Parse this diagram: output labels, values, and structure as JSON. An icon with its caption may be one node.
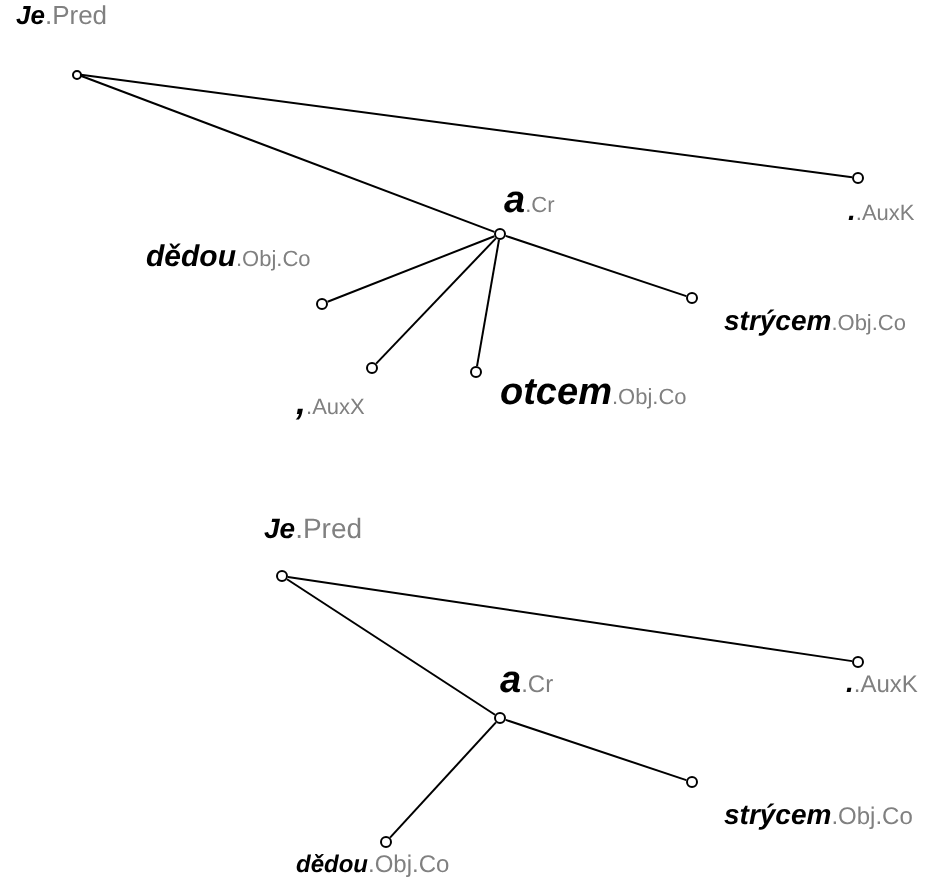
{
  "diagram": {
    "nodes": [
      {
        "text": [],
        "shape": "circle",
        "beside": [
          "**Je**.Pred"
        ]
      },
      {
        "text": [],
        "shape": "circle",
        "beside": [
          "**.**.AuxK"
        ]
      },
      {
        "text": [],
        "shape": "circle",
        "beside": [
          "**a**.Cr"
        ]
      },
      {
        "text": [],
        "shape": "circle",
        "beside": [
          "**dědou**.Obj.Co"
        ]
      },
      {
        "text": [],
        "shape": "circle",
        "beside": [
          "**,**.AuxX"
        ]
      },
      {
        "text": [],
        "shape": "circle",
        "beside": [
          "**otcem**.Obj.Co"
        ]
      },
      {
        "text": [],
        "shape": "circle",
        "beside": [
          "**strýcem**.Obj.Co"
        ]
      },
      {
        "text": [],
        "shape": "circle",
        "beside": [
          "**Je**.Pred"
        ]
      },
      {
        "text": [],
        "shape": "circle",
        "beside": [
          "**.**.AuxK"
        ]
      },
      {
        "text": [],
        "shape": "circle",
        "beside": [
          "**a**.Cr"
        ]
      },
      {
        "text": [],
        "shape": "circle",
        "beside": [
          "**strýcem**.Obj.Co"
        ]
      },
      {
        "text": [],
        "shape": "circle",
        "beside": [
          "**dědou**.Obj.Co"
        ]
      }
    ],
    "edges": [
      {
        "from": 0,
        "to": 1,
        "arrow": "none"
      },
      {
        "from": 0,
        "to": 2,
        "arrow": "none"
      },
      {
        "from": 2,
        "to": 3,
        "arrow": "none"
      },
      {
        "from": 2,
        "to": 4,
        "arrow": "none"
      },
      {
        "from": 2,
        "to": 5,
        "arrow": "none"
      },
      {
        "from": 2,
        "to": 6,
        "arrow": "none"
      },
      {
        "from": 7,
        "to": 8,
        "arrow": "none"
      },
      {
        "from": 7,
        "to": 9,
        "arrow": "none"
      },
      {
        "from": 9,
        "to": 10,
        "arrow": "none"
      },
      {
        "from": 9,
        "to": 11,
        "arrow": "none"
      }
    ]
  }
}
